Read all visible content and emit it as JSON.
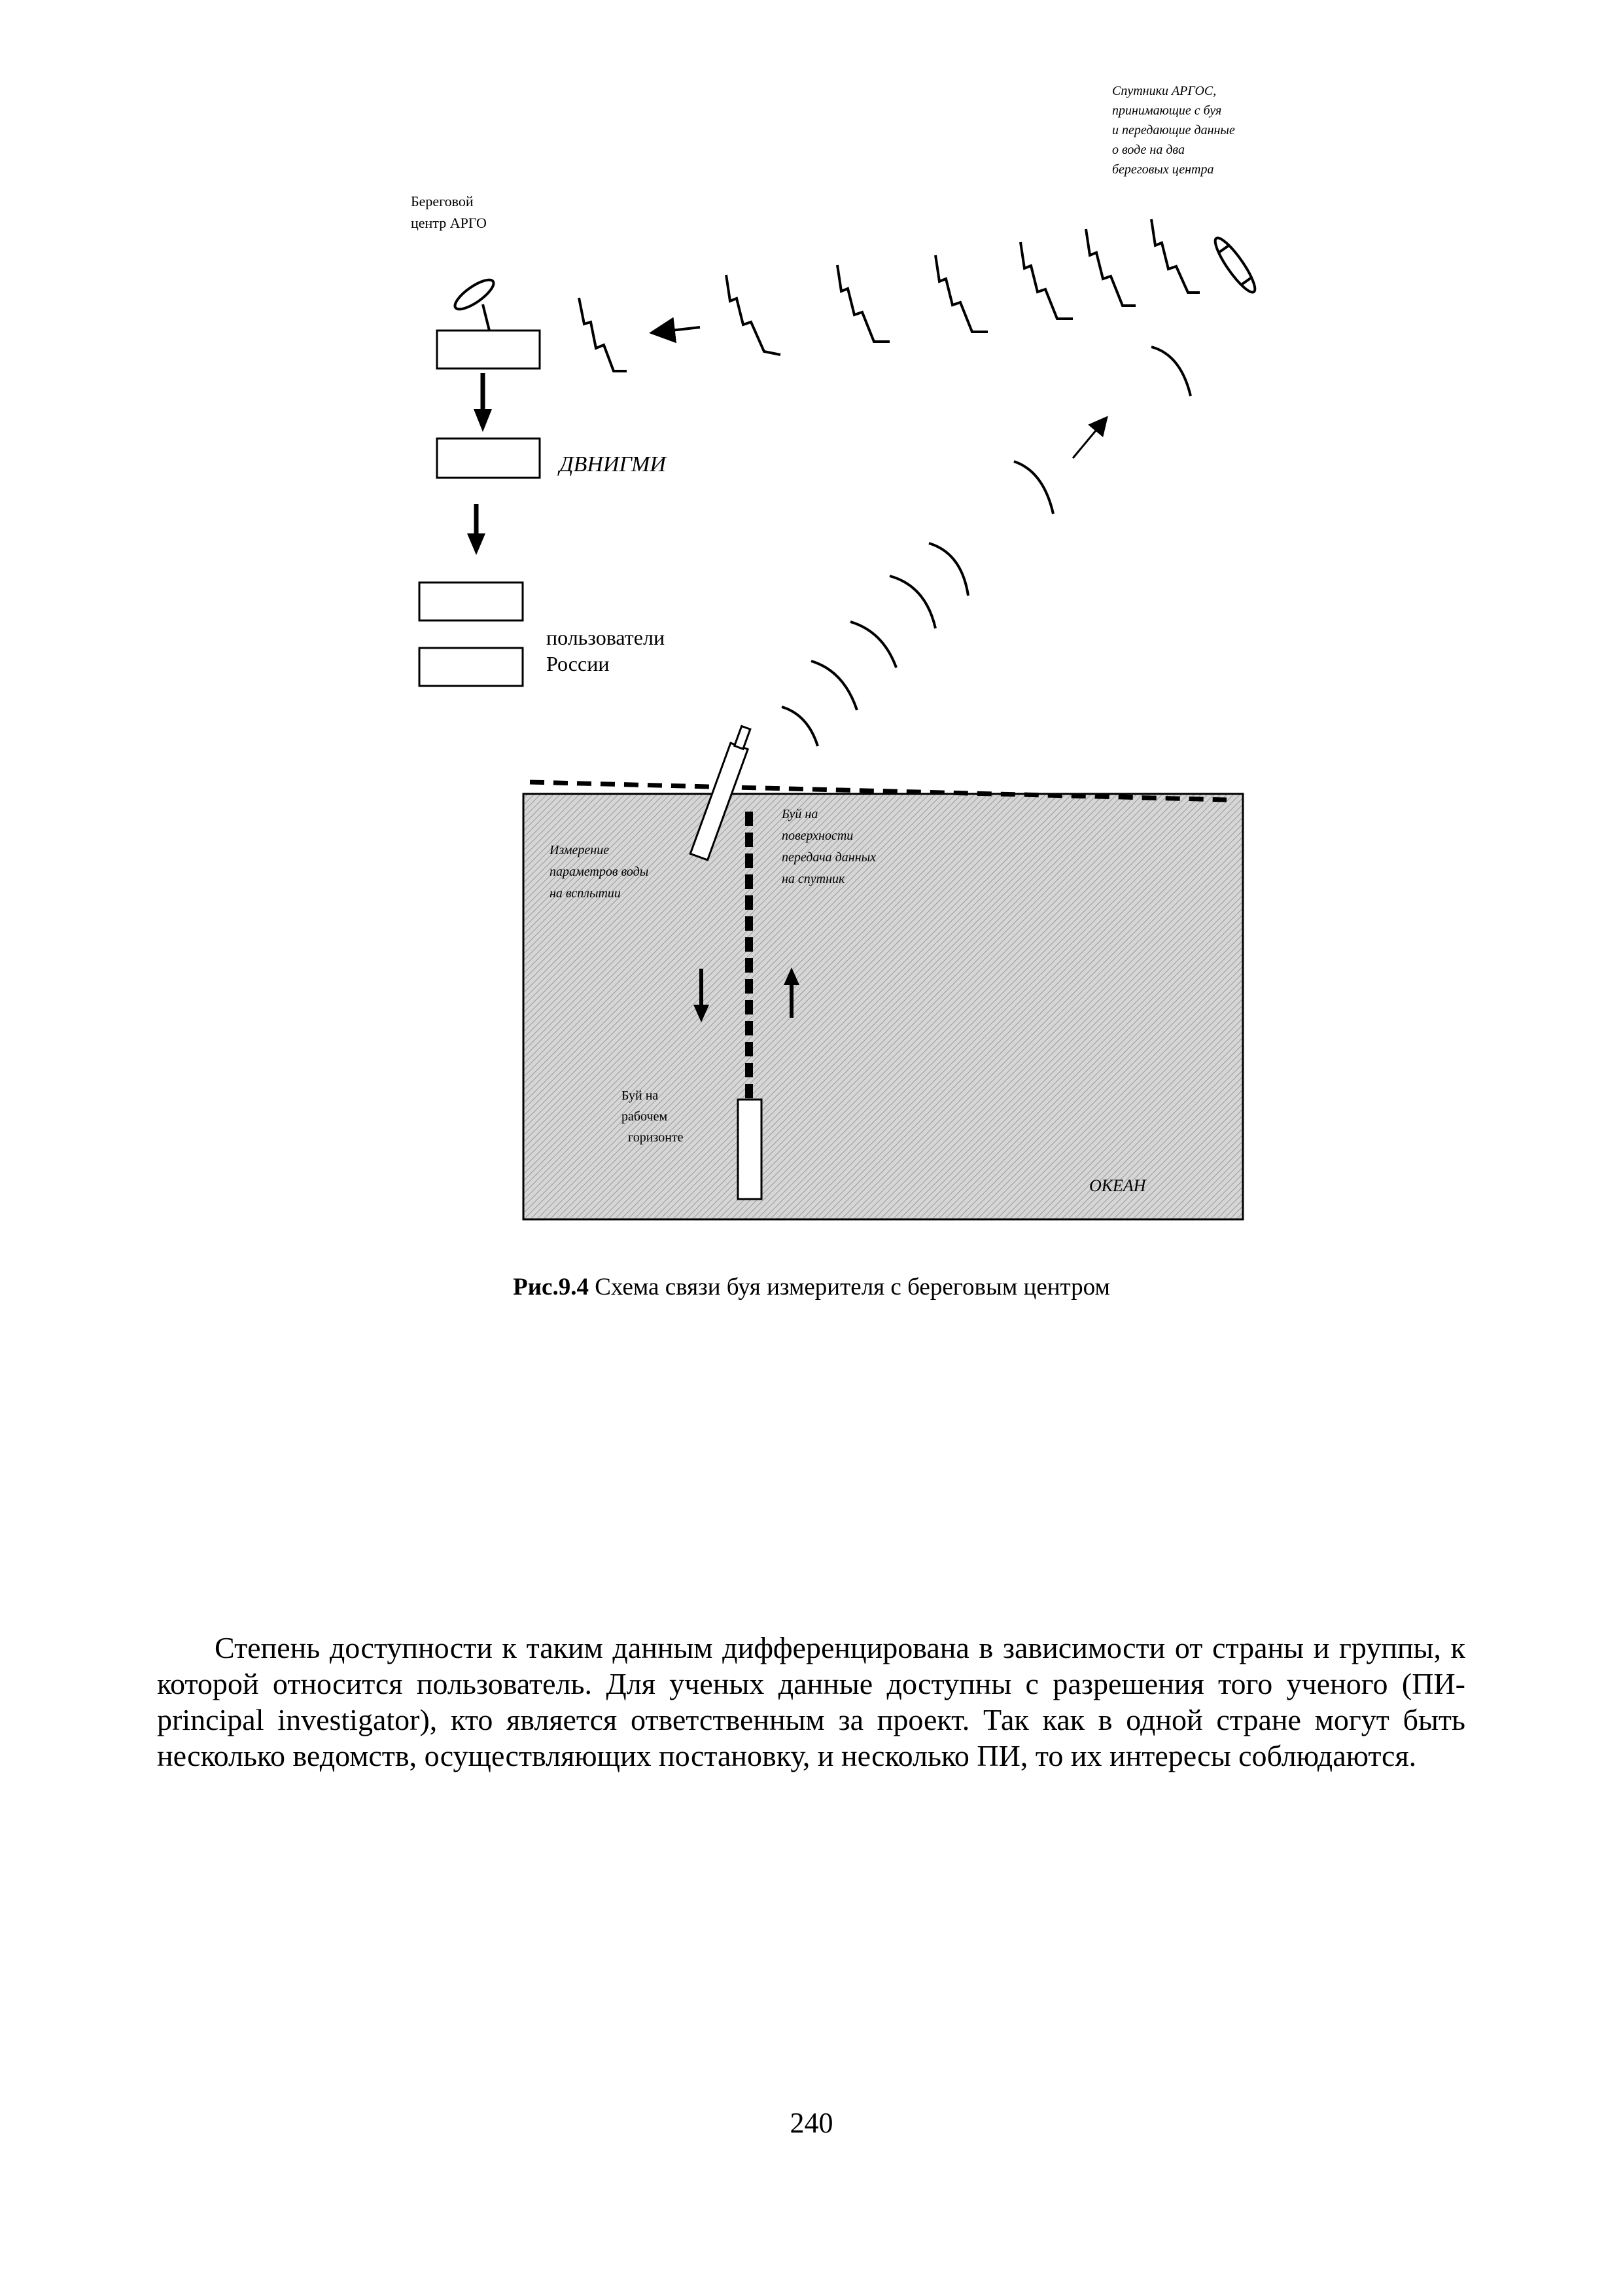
{
  "figure": {
    "satellite_label": [
      "Спутники АРГОС,",
      "принимающие с буя",
      "и передающие данные",
      "о воде на два",
      "береговых центра"
    ],
    "shore_center_label": [
      "Береговой",
      "центр АРГО"
    ],
    "dvnigmi_label": "ДВНИГМИ",
    "users_label": [
      "пользователи",
      "России"
    ],
    "measure_label": [
      "Измерение",
      "параметров воды",
      "на всплытии"
    ],
    "surface_label": [
      "Буй на",
      "поверхности",
      "передача данных",
      "на спутник"
    ],
    "depth_label": [
      "Буй на",
      "рабочем",
      "горизонте"
    ],
    "ocean_label": "ОКЕАН"
  },
  "caption": {
    "number": "Рис.9.4",
    "text": " Схема связи буя измерителя с береговым центром"
  },
  "paragraph": "Степень доступности к таким данным дифференцирована в зависимости от страны и группы, к которой относится пользователь. Для ученых данные доступны с разрешения того ученого (ПИ-principal investigator), кто является ответственным за проект. Так как в одной стране могут быть несколько ведомств, осуществляющих постановку, и несколько ПИ, то их интересы соблюдаются.",
  "page_number": "240"
}
